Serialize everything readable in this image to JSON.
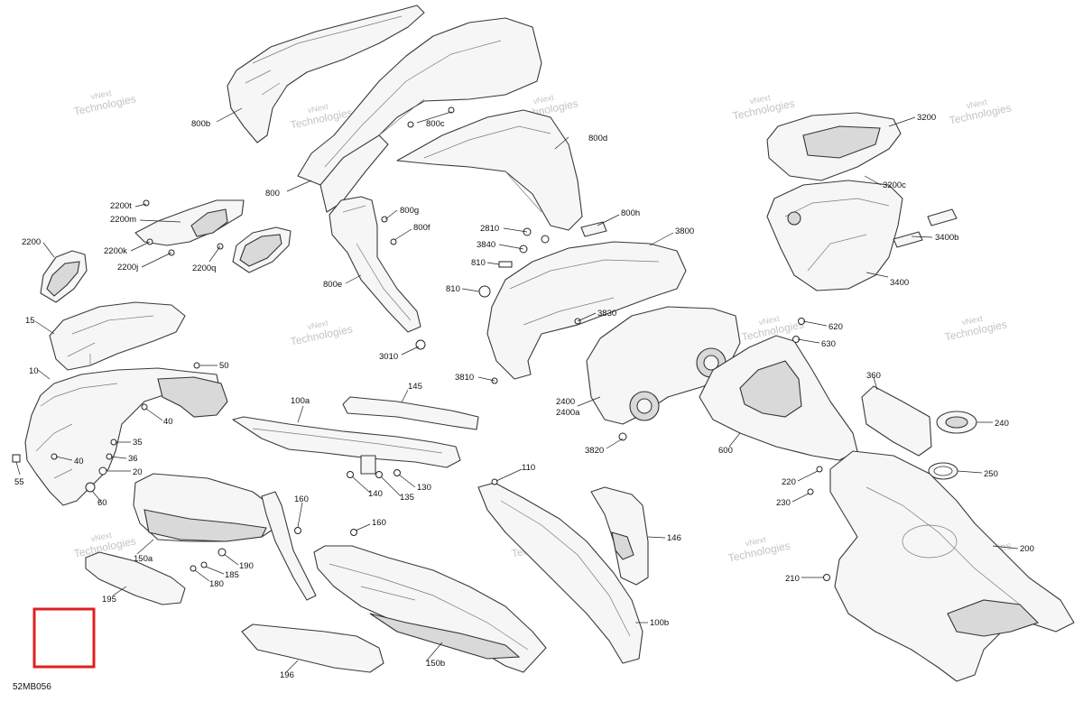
{
  "diagram_code": "52MB056",
  "watermark": {
    "line1": "vNext",
    "line2": "Technologies"
  },
  "callouts": [
    {
      "id": "800b",
      "label": "800b"
    },
    {
      "id": "800c",
      "label": "800c"
    },
    {
      "id": "800d",
      "label": "800d"
    },
    {
      "id": "800",
      "label": "800"
    },
    {
      "id": "800g",
      "label": "800g"
    },
    {
      "id": "800f",
      "label": "800f"
    },
    {
      "id": "800h",
      "label": "800h"
    },
    {
      "id": "800e",
      "label": "800e"
    },
    {
      "id": "2200t",
      "label": "2200t"
    },
    {
      "id": "2200m",
      "label": "2200m"
    },
    {
      "id": "2200",
      "label": "2200"
    },
    {
      "id": "2200k",
      "label": "2200k"
    },
    {
      "id": "2200j",
      "label": "2200j"
    },
    {
      "id": "2200q",
      "label": "2200q"
    },
    {
      "id": "3200",
      "label": "3200"
    },
    {
      "id": "3200c",
      "label": "3200c"
    },
    {
      "id": "3400b",
      "label": "3400b"
    },
    {
      "id": "3400",
      "label": "3400"
    },
    {
      "id": "2810",
      "label": "2810"
    },
    {
      "id": "3840",
      "label": "3840"
    },
    {
      "id": "3800",
      "label": "3800"
    },
    {
      "id": "810a",
      "label": "810"
    },
    {
      "id": "810b",
      "label": "810"
    },
    {
      "id": "3830",
      "label": "3830"
    },
    {
      "id": "3010",
      "label": "3010"
    },
    {
      "id": "3810",
      "label": "3810"
    },
    {
      "id": "620",
      "label": "620"
    },
    {
      "id": "630",
      "label": "630"
    },
    {
      "id": "2400",
      "label": "2400"
    },
    {
      "id": "2400a",
      "label": "2400a"
    },
    {
      "id": "3820",
      "label": "3820"
    },
    {
      "id": "600",
      "label": "600"
    },
    {
      "id": "360",
      "label": "360"
    },
    {
      "id": "240",
      "label": "240"
    },
    {
      "id": "250",
      "label": "250"
    },
    {
      "id": "220",
      "label": "220"
    },
    {
      "id": "230",
      "label": "230"
    },
    {
      "id": "200",
      "label": "200"
    },
    {
      "id": "210",
      "label": "210"
    },
    {
      "id": "15",
      "label": "15"
    },
    {
      "id": "10",
      "label": "10"
    },
    {
      "id": "50",
      "label": "50"
    },
    {
      "id": "40a",
      "label": "40"
    },
    {
      "id": "35",
      "label": "35"
    },
    {
      "id": "40b",
      "label": "40"
    },
    {
      "id": "36",
      "label": "36"
    },
    {
      "id": "20",
      "label": "20"
    },
    {
      "id": "55",
      "label": "55"
    },
    {
      "id": "60",
      "label": "60"
    },
    {
      "id": "100a",
      "label": "100a"
    },
    {
      "id": "145",
      "label": "145"
    },
    {
      "id": "140",
      "label": "140"
    },
    {
      "id": "135",
      "label": "135"
    },
    {
      "id": "130",
      "label": "130"
    },
    {
      "id": "110",
      "label": "110"
    },
    {
      "id": "160a",
      "label": "160"
    },
    {
      "id": "160b",
      "label": "160"
    },
    {
      "id": "146",
      "label": "146"
    },
    {
      "id": "150a",
      "label": "150a"
    },
    {
      "id": "190",
      "label": "190"
    },
    {
      "id": "185",
      "label": "185"
    },
    {
      "id": "180",
      "label": "180"
    },
    {
      "id": "195",
      "label": "195"
    },
    {
      "id": "100b",
      "label": "100b"
    },
    {
      "id": "150b",
      "label": "150b"
    },
    {
      "id": "196",
      "label": "196"
    }
  ]
}
